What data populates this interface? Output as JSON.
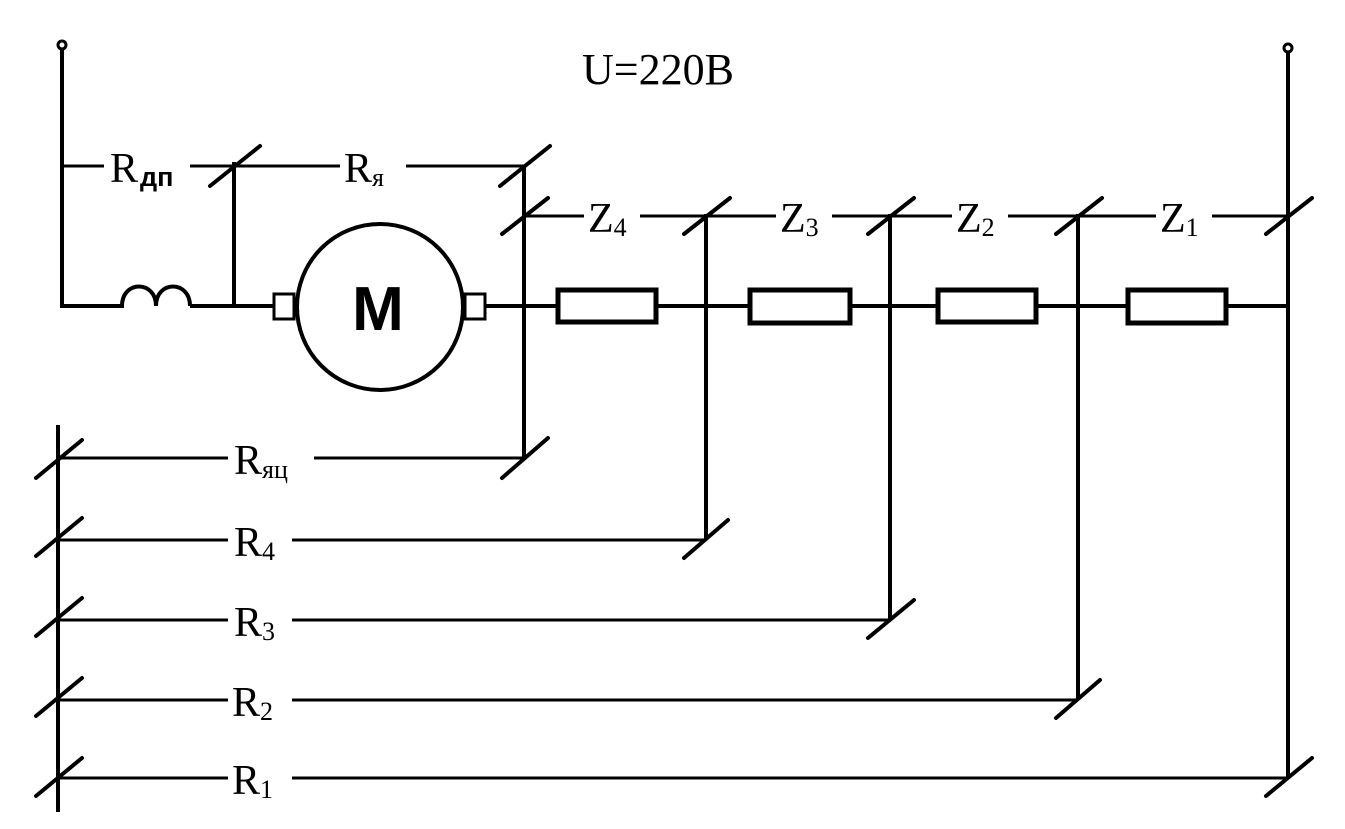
{
  "supply": {
    "voltage_label": "U=220B"
  },
  "motor": {
    "letter": "M"
  },
  "labels": {
    "r_dp": {
      "main": "R",
      "sub": "дп"
    },
    "r_ya": {
      "main": "R",
      "sub": "я"
    },
    "z4": {
      "main": "Z",
      "sub": "4"
    },
    "z3": {
      "main": "Z",
      "sub": "3"
    },
    "z2": {
      "main": "Z",
      "sub": "2"
    },
    "z1": {
      "main": "Z",
      "sub": "1"
    },
    "r_yats": {
      "main": "R",
      "sub": "яц"
    },
    "r4": {
      "main": "R",
      "sub": "4"
    },
    "r3": {
      "main": "R",
      "sub": "3"
    },
    "r2": {
      "main": "R",
      "sub": "2"
    },
    "r1": {
      "main": "R",
      "sub": "1"
    }
  }
}
